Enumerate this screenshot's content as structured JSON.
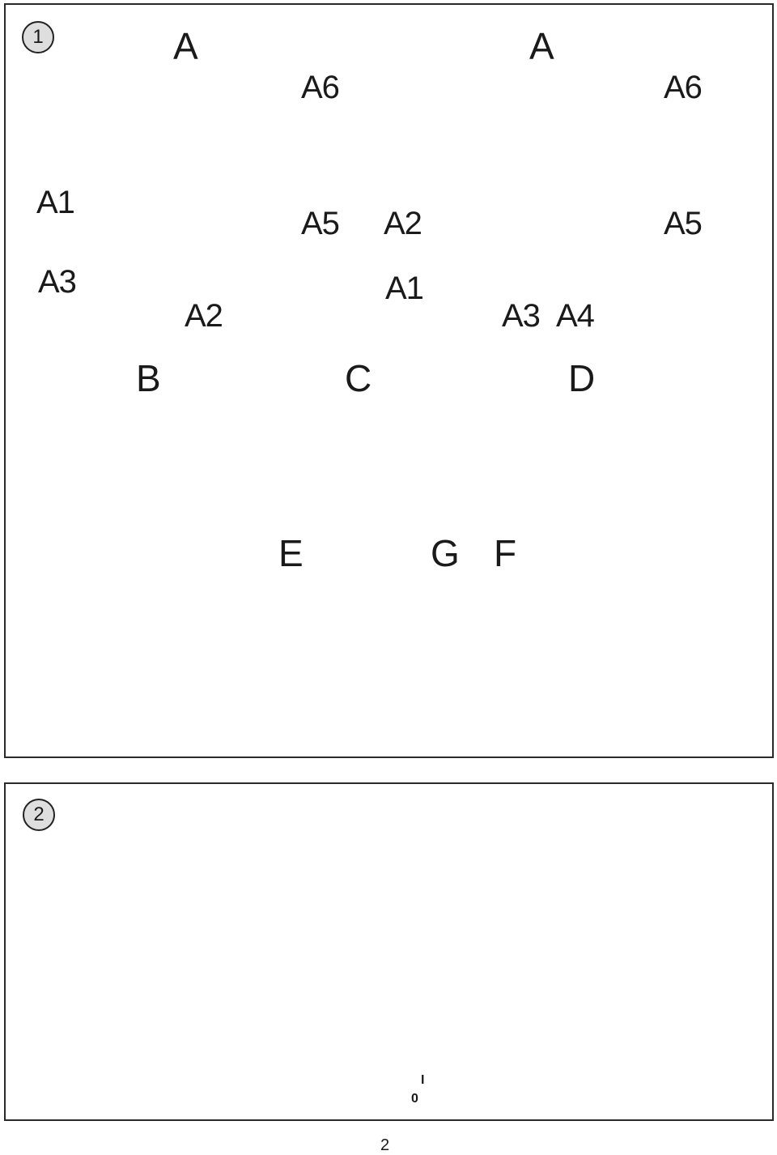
{
  "figure1": {
    "badge": "1",
    "electric_cooker": {
      "main": "A",
      "a1": "A1",
      "a2": "A2",
      "a3": "A3",
      "a5": "A5",
      "a6": "A6"
    },
    "steel_cooker": {
      "main": "A",
      "a1": "A1",
      "a2": "A2",
      "a3": "A3",
      "a4": "A4",
      "a5": "A5",
      "a6": "A6"
    },
    "parts": {
      "bowl": "B",
      "steamer": "C",
      "tray": "D",
      "lid": "E",
      "spoon": "G",
      "cup": "F"
    }
  },
  "figure2": {
    "badge": "2",
    "switch_on": "I",
    "switch_off": "0"
  },
  "page_number": "2",
  "colors": {
    "border": "#2a2a2a",
    "badge_fill": "#dedede",
    "arrow_fill": "#cfcfcf"
  }
}
